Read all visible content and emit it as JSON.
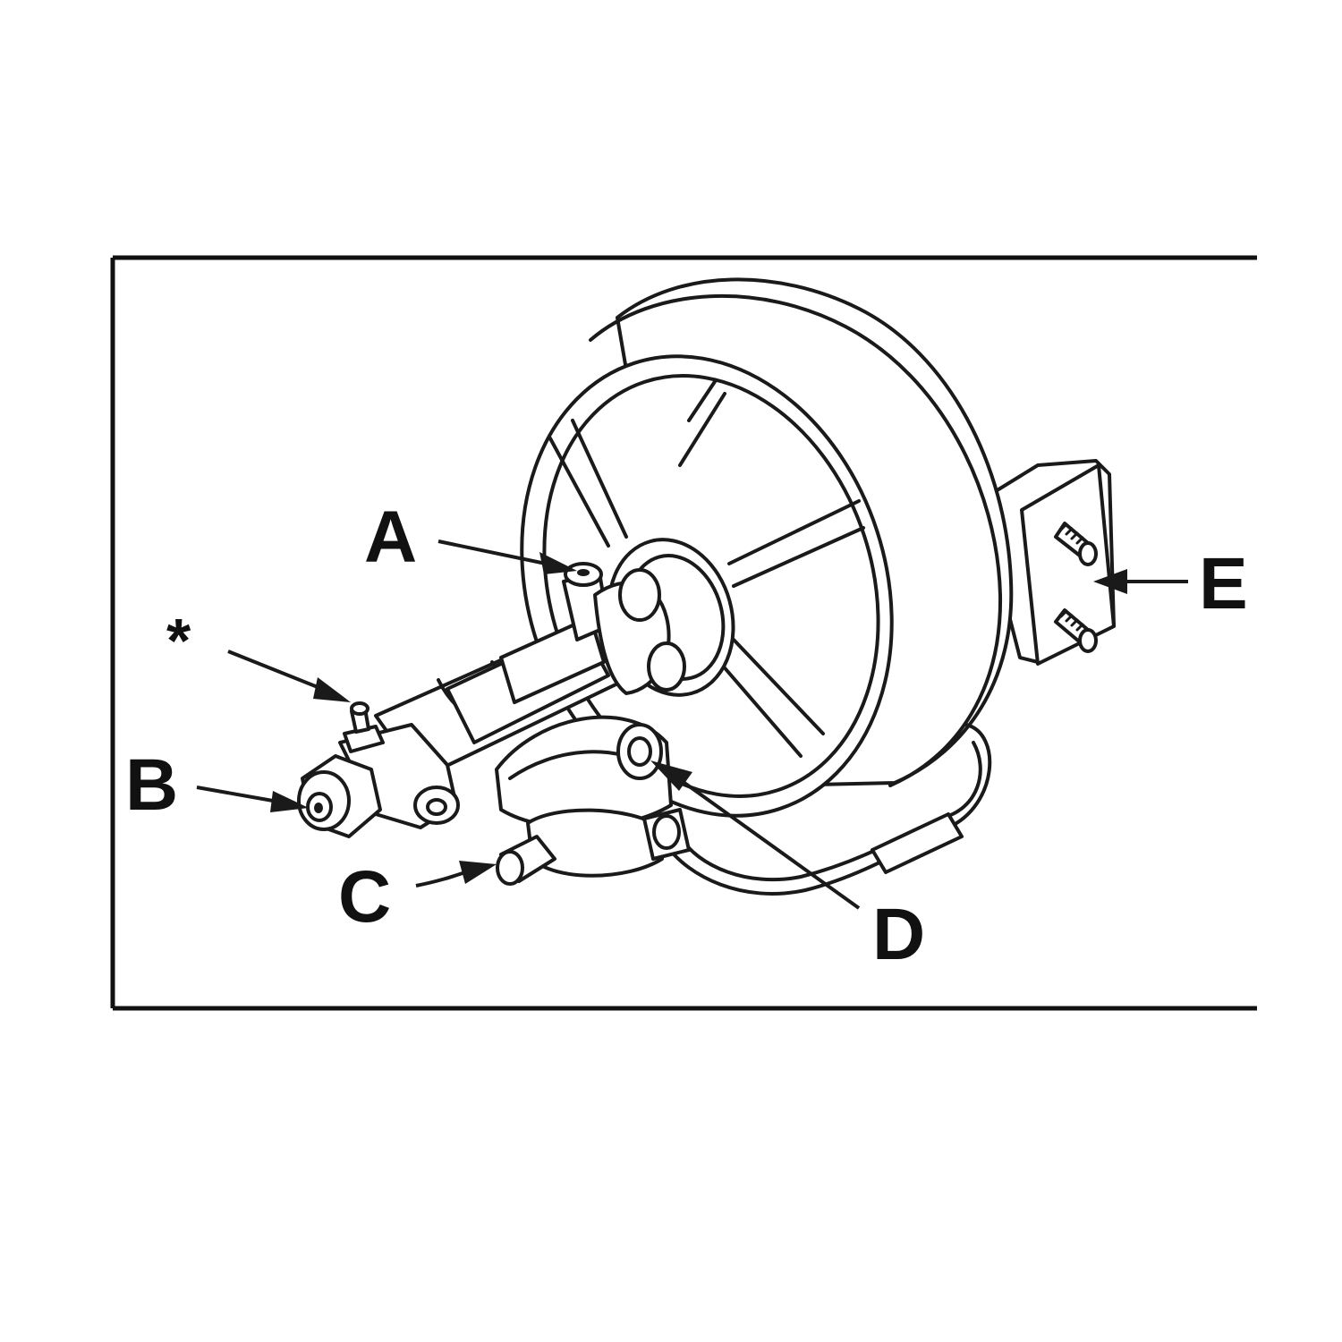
{
  "diagram": {
    "callouts": [
      {
        "id": "A",
        "text": "A"
      },
      {
        "id": "star",
        "text": "*"
      },
      {
        "id": "B",
        "text": "B"
      },
      {
        "id": "C",
        "text": "C"
      },
      {
        "id": "D",
        "text": "D"
      },
      {
        "id": "E",
        "text": "E"
      }
    ]
  }
}
